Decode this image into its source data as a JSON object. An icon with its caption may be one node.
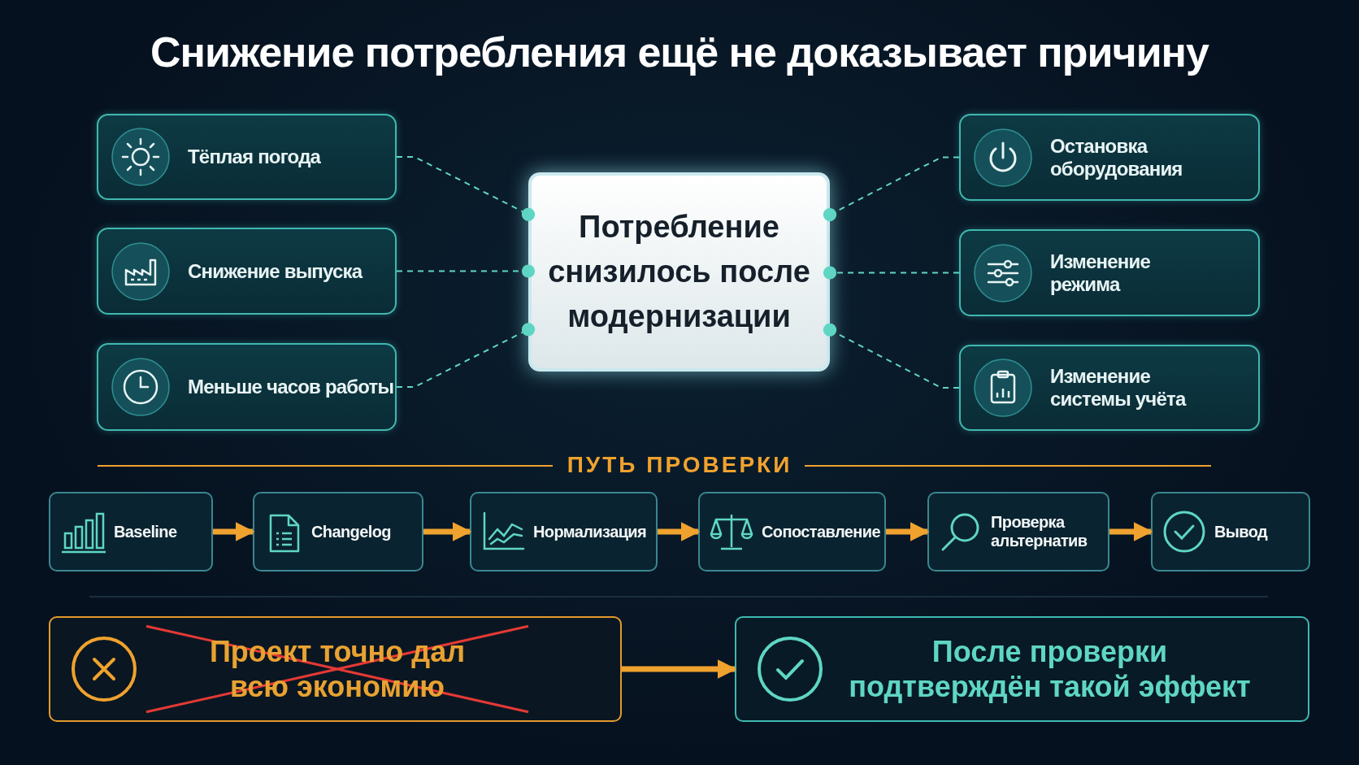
{
  "diagram": {
    "title": "Снижение потребления ещё не доказывает причину",
    "nodes": [
      {
        "text": [
          "Тёплая погода"
        ]
      },
      {
        "text": [
          "Снижение выпуска"
        ]
      },
      {
        "text": [
          "Меньше часов работы"
        ]
      },
      {
        "text": [
          "Потребление снизилось после модернизации"
        ]
      },
      {
        "text": [
          "Остановка оборудования"
        ]
      },
      {
        "text": [
          "Изменение режима"
        ]
      },
      {
        "text": [
          "Изменение системы учёта"
        ]
      },
      {
        "text": [
          "Baseline"
        ]
      },
      {
        "text": [
          "Changelog"
        ]
      },
      {
        "text": [
          "Нормализация"
        ]
      },
      {
        "text": [
          "Сопоставление"
        ]
      },
      {
        "text": [
          "Проверка альтернатив"
        ]
      },
      {
        "text": [
          "Вывод"
        ]
      },
      {
        "text": [
          "Проект точно дал всю экономию"
        ]
      },
      {
        "text": [
          "После проверки подтверждён такой эффект"
        ]
      }
    ],
    "edges": [
      {
        "from": 0,
        "to": 3,
        "arrow": "other",
        "style": "dashed"
      },
      {
        "from": 1,
        "to": 3,
        "arrow": "other",
        "style": "dashed"
      },
      {
        "from": 2,
        "to": 3,
        "arrow": "other",
        "style": "dashed"
      },
      {
        "from": 4,
        "to": 3,
        "arrow": "other",
        "style": "dashed"
      },
      {
        "from": 5,
        "to": 3,
        "arrow": "other",
        "style": "dashed"
      },
      {
        "from": 6,
        "to": 3,
        "arrow": "other",
        "style": "dashed"
      },
      {
        "from": 7,
        "to": 8,
        "arrow": "to",
        "style": "thick",
        "color": "#f0a22e"
      },
      {
        "from": 8,
        "to": 9,
        "arrow": "to",
        "style": "thick",
        "color": "#f0a22e"
      },
      {
        "from": 9,
        "to": 10,
        "arrow": "to",
        "style": "thick",
        "color": "#f0a22e"
      },
      {
        "from": 10,
        "to": 11,
        "arrow": "to",
        "style": "thick",
        "color": "#f0a22e"
      },
      {
        "from": 11,
        "to": 12,
        "arrow": "to",
        "style": "thick",
        "color": "#f0a22e"
      },
      {
        "from": 13,
        "to": 14,
        "arrow": "to",
        "style": "thick",
        "color": "#f0a22e"
      }
    ],
    "labels": [
      "ПУТЬ ПРОВЕРКИ"
    ]
  }
}
